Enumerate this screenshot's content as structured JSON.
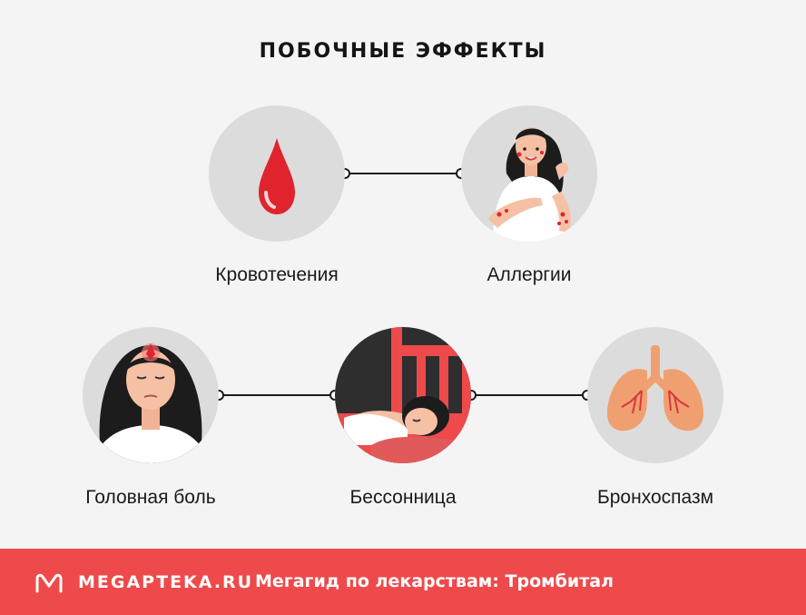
{
  "title": "ПОБОЧНЫЕ ЭФФЕКТЫ",
  "effects": [
    {
      "label": "Кровотечения",
      "icon": "blood-drop-icon"
    },
    {
      "label": "Аллергии",
      "icon": "allergy-woman-icon"
    },
    {
      "label": "Головная боль",
      "icon": "headache-woman-icon"
    },
    {
      "label": "Бессонница",
      "icon": "insomnia-icon"
    },
    {
      "label": "Бронхоспазм",
      "icon": "lungs-icon"
    }
  ],
  "footer": {
    "brand": "MEGAPTEKA.RU",
    "tagline": "Мегагид по лекарствам: Тромбитал",
    "color": "#ee4a4b"
  }
}
